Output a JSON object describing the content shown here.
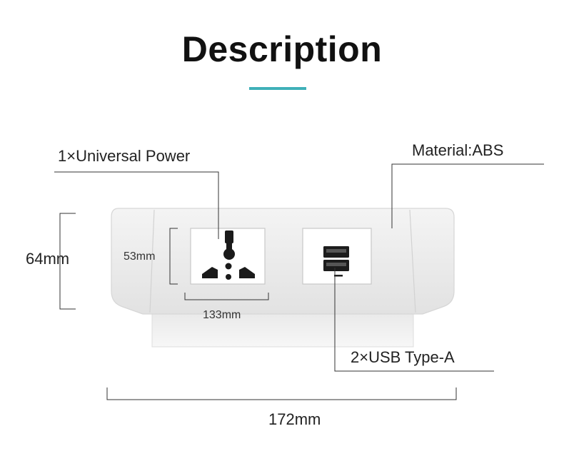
{
  "title": "Description",
  "accent_color": "#3fb0b8",
  "labels": {
    "universal_power": "1×Universal Power",
    "material": "Material:ABS",
    "height_total": "64mm",
    "socket_height": "53mm",
    "socket_width": "133mm",
    "usb": "2×USB Type-A",
    "total_width": "172mm"
  }
}
